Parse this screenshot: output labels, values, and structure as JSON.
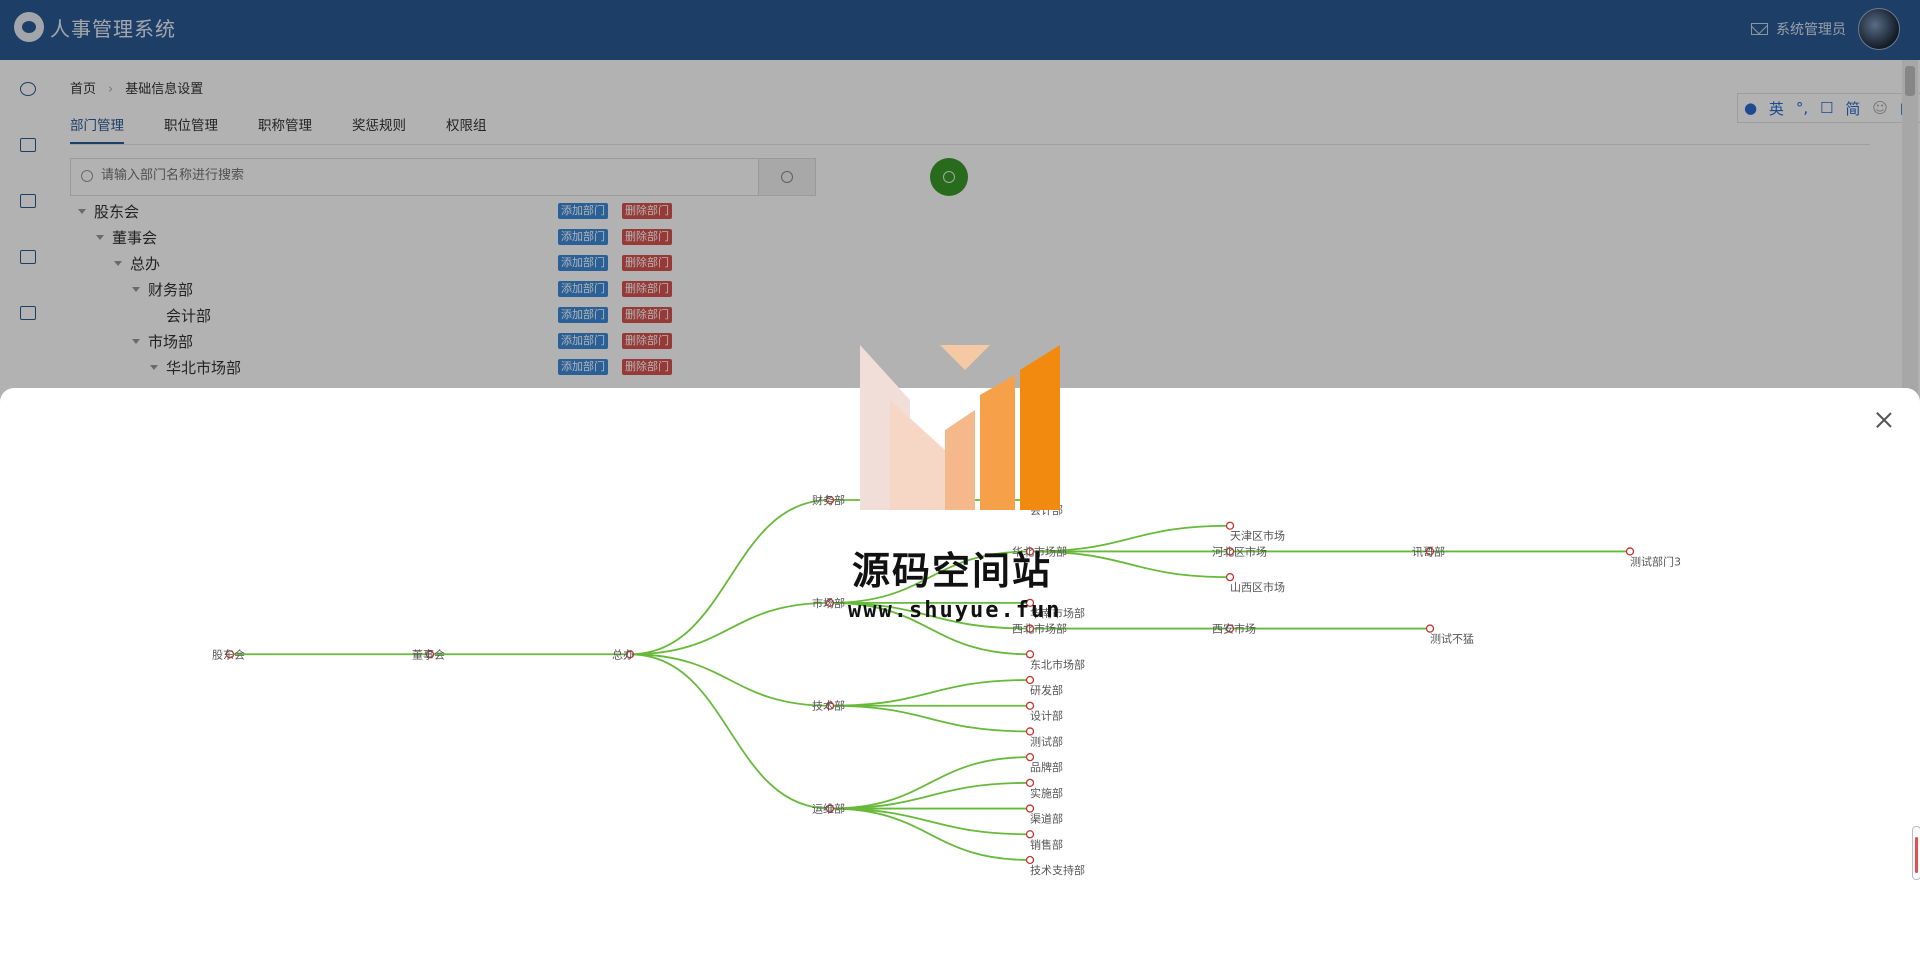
{
  "app": {
    "title": "人事管理系统",
    "admin_name": "系统管理员"
  },
  "breadcrumb": {
    "home": "首页",
    "current": "基础信息设置"
  },
  "tabs": [
    {
      "label": "部门管理",
      "active": true
    },
    {
      "label": "职位管理",
      "active": false
    },
    {
      "label": "职称管理",
      "active": false
    },
    {
      "label": "奖惩规则",
      "active": false
    },
    {
      "label": "权限组",
      "active": false
    }
  ],
  "search": {
    "placeholder": "请输入部门名称进行搜索"
  },
  "tree": {
    "add_label": "添加部门",
    "del_label": "删除部门",
    "rows": [
      {
        "label": "股东会",
        "level": 0
      },
      {
        "label": "董事会",
        "level": 1
      },
      {
        "label": "总办",
        "level": 2
      },
      {
        "label": "财务部",
        "level": 3
      },
      {
        "label": "会计部",
        "level": 4
      },
      {
        "label": "市场部",
        "level": 3
      },
      {
        "label": "华北市场部",
        "level": 4
      }
    ]
  },
  "translate_bar": {
    "items": [
      "英",
      "简"
    ]
  },
  "org_chart": {
    "root": {
      "name": "股东会",
      "children": [
        {
          "name": "董事会",
          "children": [
            {
              "name": "总办",
              "children": [
                {
                  "name": "财务部",
                  "children": [
                    {
                      "name": "会计部"
                    }
                  ]
                },
                {
                  "name": "市场部",
                  "children": [
                    {
                      "name": "华北市场部",
                      "children": [
                        {
                          "name": "天津区市场"
                        },
                        {
                          "name": "河北区市场",
                          "children": [
                            {
                              "name": "讯哥部",
                              "children": [
                                {
                                  "name": "测试部门3"
                                }
                              ]
                            }
                          ]
                        },
                        {
                          "name": "山西区市场"
                        }
                      ]
                    },
                    {
                      "name": "华南市场部"
                    },
                    {
                      "name": "西北市场部",
                      "children": [
                        {
                          "name": "西安市场",
                          "children": [
                            {
                              "name": "测试不猛"
                            }
                          ]
                        }
                      ]
                    },
                    {
                      "name": "东北市场部"
                    }
                  ]
                },
                {
                  "name": "技术部",
                  "children": [
                    {
                      "name": "研发部"
                    },
                    {
                      "name": "设计部"
                    },
                    {
                      "name": "测试部"
                    }
                  ]
                },
                {
                  "name": "运维部",
                  "children": [
                    {
                      "name": "品牌部"
                    },
                    {
                      "name": "实施部"
                    },
                    {
                      "name": "渠道部"
                    },
                    {
                      "name": "销售部"
                    },
                    {
                      "name": "技术支持部"
                    }
                  ]
                }
              ]
            }
          ]
        }
      ]
    },
    "link_color": "#67b93a",
    "node_color": "#c23531"
  },
  "watermark": {
    "title": "源码空间站",
    "url": "www.shuyue.fun"
  }
}
